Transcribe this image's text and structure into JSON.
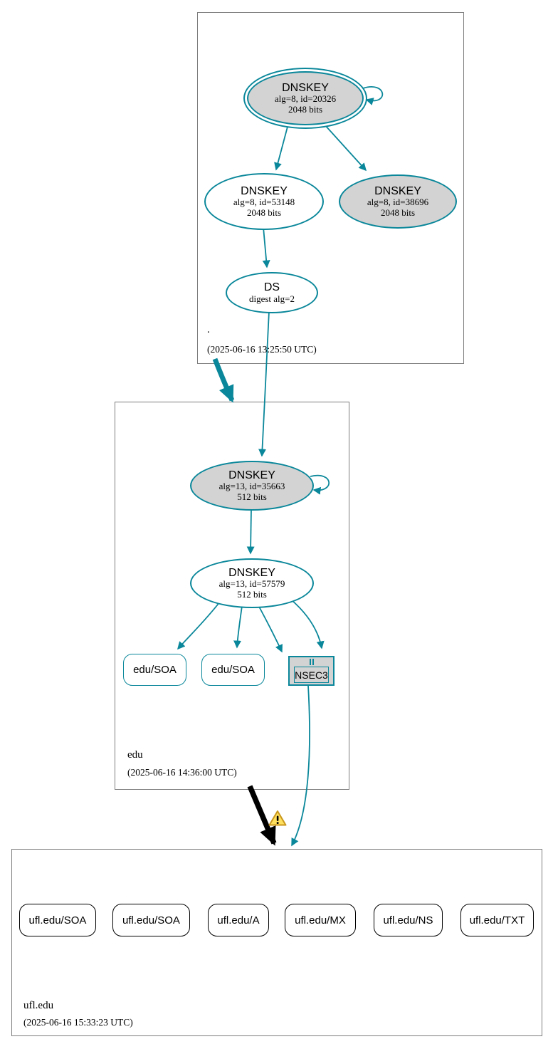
{
  "colors": {
    "secure_teal": "#0a879a",
    "node_fill_gray": "#d3d3d3",
    "zone_box_border": "#7d7d7d",
    "insecure_black": "#000000",
    "warning_fill": "#ffdf5e",
    "warning_stroke": "#c9971c"
  },
  "zones": [
    {
      "name": ".",
      "timestamp": "(2025-06-16 13:25:50 UTC)",
      "nodes": {
        "ksk": {
          "title": "DNSKEY",
          "detail1": "alg=8, id=20326",
          "detail2": "2048 bits"
        },
        "zsk": {
          "title": "DNSKEY",
          "detail1": "alg=8, id=53148",
          "detail2": "2048 bits"
        },
        "standby": {
          "title": "DNSKEY",
          "detail1": "alg=8, id=38696",
          "detail2": "2048 bits"
        },
        "ds": {
          "title": "DS",
          "detail1": "digest alg=2"
        }
      }
    },
    {
      "name": "edu",
      "timestamp": "(2025-06-16 14:36:00 UTC)",
      "nodes": {
        "ksk": {
          "title": "DNSKEY",
          "detail1": "alg=13, id=35663",
          "detail2": "512 bits"
        },
        "zsk": {
          "title": "DNSKEY",
          "detail1": "alg=13, id=57579",
          "detail2": "512 bits"
        },
        "soa1": {
          "label": "edu/SOA"
        },
        "soa2": {
          "label": "edu/SOA"
        },
        "nsec3": {
          "label": "NSEC3"
        }
      }
    },
    {
      "name": "ufl.edu",
      "timestamp": "(2025-06-16 15:33:23 UTC)",
      "rrsets": [
        {
          "label": "ufl.edu/SOA"
        },
        {
          "label": "ufl.edu/SOA"
        },
        {
          "label": "ufl.edu/A"
        },
        {
          "label": "ufl.edu/MX"
        },
        {
          "label": "ufl.edu/NS"
        },
        {
          "label": "ufl.edu/TXT"
        }
      ]
    }
  ]
}
